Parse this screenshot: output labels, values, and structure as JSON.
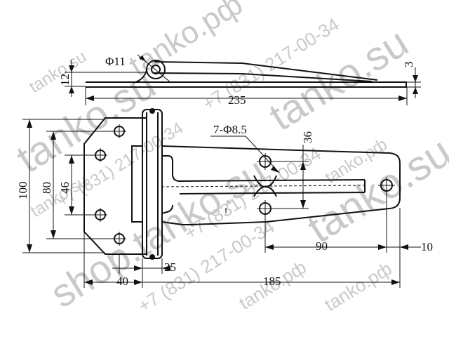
{
  "colors": {
    "line": "#111111",
    "watermark": "#c9c9c9",
    "background": "#ffffff"
  },
  "labels": {
    "pin_diameter": "Φ11",
    "thickness_12": "12",
    "thickness_3": "3",
    "overall_length": "235",
    "holes": "7-Φ8.5",
    "hole_spacing_36": "36",
    "height_100": "100",
    "height_80": "80",
    "height_46": "46",
    "offset_90": "90",
    "offset_10": "10",
    "knuckle_25": "25",
    "leaf_40": "40",
    "strap_185": "185"
  },
  "watermarks": {
    "site_su": "tanko.su",
    "site_rf": "tanko.рф",
    "phone": "+7 (831) 217-00-34",
    "shop": "shop.tanko.su"
  }
}
